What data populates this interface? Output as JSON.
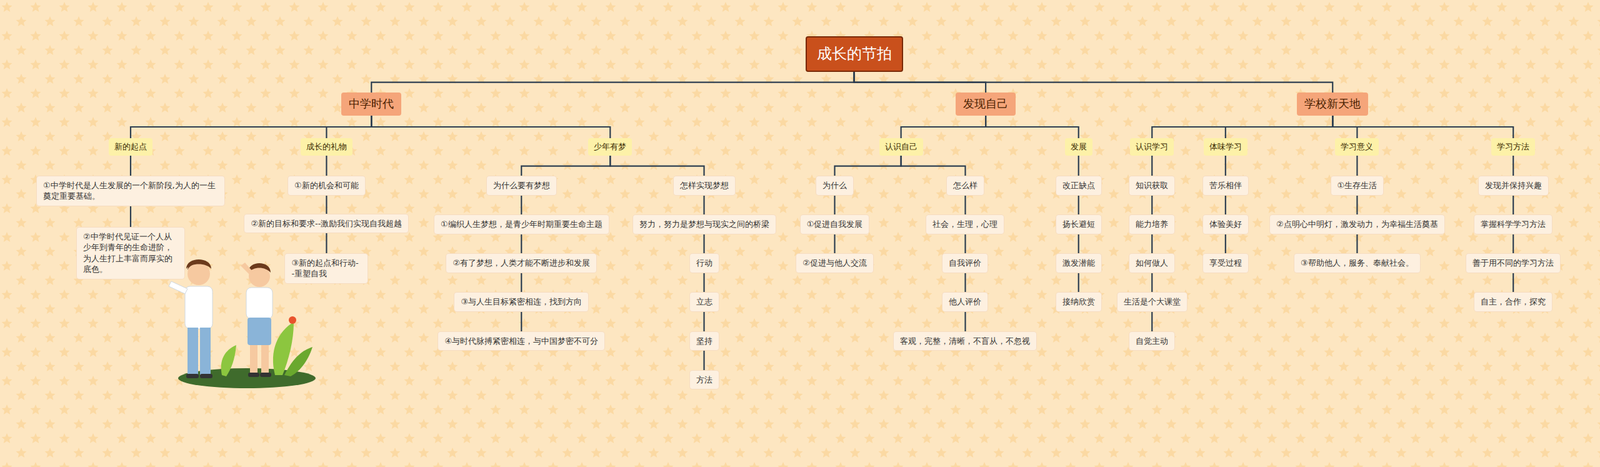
{
  "diagram": {
    "nodes": [
      {
        "text": [
          "成长的节拍"
        ]
      },
      {
        "text": [
          "中学时代"
        ]
      },
      {
        "text": [
          "发现自己"
        ]
      },
      {
        "text": [
          "学校新天地"
        ]
      },
      {
        "text": [
          "新的起点"
        ]
      },
      {
        "text": [
          "成长的礼物"
        ]
      },
      {
        "text": [
          "少年有梦"
        ]
      },
      {
        "text": [
          "认识自己"
        ]
      },
      {
        "text": [
          "发展"
        ]
      },
      {
        "text": [
          "认识学习"
        ]
      },
      {
        "text": [
          "体味学习"
        ]
      },
      {
        "text": [
          "学习意义"
        ]
      },
      {
        "text": [
          "学习方法"
        ]
      },
      {
        "text": [
          "①中学时代是人生发展的一个新阶段,为人的一生奠定重要基础。"
        ]
      },
      {
        "text": [
          "②中学时代见证一个人从少年到青年的生命进阶，为人生打上丰富而厚实的底色。"
        ]
      },
      {
        "text": [
          "①新的机会和可能"
        ]
      },
      {
        "text": [
          "②新的目标和要求--激励我们实现自我超越"
        ]
      },
      {
        "text": [
          "③新的起点和行动--重塑自我"
        ]
      },
      {
        "text": [
          "为什么要有梦想"
        ]
      },
      {
        "text": [
          "怎样实现梦想"
        ]
      },
      {
        "text": [
          "①编织人生梦想，是青少年时期重要生命主题"
        ]
      },
      {
        "text": [
          "②有了梦想，人类才能不断进步和发展"
        ]
      },
      {
        "text": [
          "③与人生目标紧密相连，找到方向"
        ]
      },
      {
        "text": [
          "④与时代脉搏紧密相连，与中国梦密不可分"
        ]
      },
      {
        "text": [
          "努力，努力是梦想与现实之间的桥梁"
        ]
      },
      {
        "text": [
          "行动"
        ]
      },
      {
        "text": [
          "立志"
        ]
      },
      {
        "text": [
          "坚持"
        ]
      },
      {
        "text": [
          "方法"
        ]
      },
      {
        "text": [
          "为什么"
        ]
      },
      {
        "text": [
          "怎么样"
        ]
      },
      {
        "text": [
          "①促进自我发展"
        ]
      },
      {
        "text": [
          "②促进与他人交流"
        ]
      },
      {
        "text": [
          "社会，生理，心理"
        ]
      },
      {
        "text": [
          "自我评价"
        ]
      },
      {
        "text": [
          "他人评价"
        ]
      },
      {
        "text": [
          "客观，完整，清晰，不盲从，不忽视"
        ]
      },
      {
        "text": [
          "改正缺点"
        ]
      },
      {
        "text": [
          "扬长避短"
        ]
      },
      {
        "text": [
          "激发潜能"
        ]
      },
      {
        "text": [
          "接纳欣赏"
        ]
      },
      {
        "text": [
          "知识获取"
        ]
      },
      {
        "text": [
          "能力培养"
        ]
      },
      {
        "text": [
          "如何做人"
        ]
      },
      {
        "text": [
          "生活是个大课堂"
        ]
      },
      {
        "text": [
          "自觉主动"
        ]
      },
      {
        "text": [
          "苦乐相伴"
        ]
      },
      {
        "text": [
          "体验美好"
        ]
      },
      {
        "text": [
          "享受过程"
        ]
      },
      {
        "text": [
          "①生存生活"
        ]
      },
      {
        "text": [
          "②点明心中明灯，激发动力，为幸福生活奠基"
        ]
      },
      {
        "text": [
          "③帮助他人，服务、奉献社会。"
        ]
      },
      {
        "text": [
          "发现并保持兴趣"
        ]
      },
      {
        "text": [
          "掌握科学学习方法"
        ]
      },
      {
        "text": [
          "善于用不同的学习方法"
        ]
      },
      {
        "text": [
          "自主，合作，探究"
        ]
      }
    ],
    "edges": [
      {
        "from": 0,
        "to": 1,
        "arrow": "none"
      },
      {
        "from": 0,
        "to": 2,
        "arrow": "none"
      },
      {
        "from": 0,
        "to": 3,
        "arrow": "none"
      },
      {
        "from": 1,
        "to": 4,
        "arrow": "none"
      },
      {
        "from": 1,
        "to": 5,
        "arrow": "none"
      },
      {
        "from": 1,
        "to": 6,
        "arrow": "none"
      },
      {
        "from": 2,
        "to": 7,
        "arrow": "none"
      },
      {
        "from": 2,
        "to": 8,
        "arrow": "none"
      },
      {
        "from": 3,
        "to": 9,
        "arrow": "none"
      },
      {
        "from": 3,
        "to": 10,
        "arrow": "none"
      },
      {
        "from": 3,
        "to": 11,
        "arrow": "none"
      },
      {
        "from": 3,
        "to": 12,
        "arrow": "none"
      },
      {
        "from": 4,
        "to": 13,
        "arrow": "none"
      },
      {
        "from": 13,
        "to": 14,
        "arrow": "none"
      },
      {
        "from": 5,
        "to": 15,
        "arrow": "none"
      },
      {
        "from": 15,
        "to": 16,
        "arrow": "none"
      },
      {
        "from": 16,
        "to": 17,
        "arrow": "none"
      },
      {
        "from": 6,
        "to": 18,
        "arrow": "none"
      },
      {
        "from": 6,
        "to": 19,
        "arrow": "none"
      },
      {
        "from": 18,
        "to": 20,
        "arrow": "none"
      },
      {
        "from": 20,
        "to": 21,
        "arrow": "none"
      },
      {
        "from": 21,
        "to": 22,
        "arrow": "none"
      },
      {
        "from": 22,
        "to": 23,
        "arrow": "none"
      },
      {
        "from": 19,
        "to": 24,
        "arrow": "none"
      },
      {
        "from": 24,
        "to": 25,
        "arrow": "none"
      },
      {
        "from": 25,
        "to": 26,
        "arrow": "none"
      },
      {
        "from": 26,
        "to": 27,
        "arrow": "none"
      },
      {
        "from": 27,
        "to": 28,
        "arrow": "none"
      },
      {
        "from": 7,
        "to": 29,
        "arrow": "none"
      },
      {
        "from": 7,
        "to": 30,
        "arrow": "none"
      },
      {
        "from": 29,
        "to": 31,
        "arrow": "none"
      },
      {
        "from": 31,
        "to": 32,
        "arrow": "none"
      },
      {
        "from": 30,
        "to": 33,
        "arrow": "none"
      },
      {
        "from": 33,
        "to": 34,
        "arrow": "none"
      },
      {
        "from": 34,
        "to": 35,
        "arrow": "none"
      },
      {
        "from": 35,
        "to": 36,
        "arrow": "none"
      },
      {
        "from": 8,
        "to": 37,
        "arrow": "none"
      },
      {
        "from": 37,
        "to": 38,
        "arrow": "none"
      },
      {
        "from": 38,
        "to": 39,
        "arrow": "none"
      },
      {
        "from": 39,
        "to": 40,
        "arrow": "none"
      },
      {
        "from": 9,
        "to": 41,
        "arrow": "none"
      },
      {
        "from": 41,
        "to": 42,
        "arrow": "none"
      },
      {
        "from": 42,
        "to": 43,
        "arrow": "none"
      },
      {
        "from": 43,
        "to": 44,
        "arrow": "none"
      },
      {
        "from": 44,
        "to": 45,
        "arrow": "none"
      },
      {
        "from": 10,
        "to": 46,
        "arrow": "none"
      },
      {
        "from": 46,
        "to": 47,
        "arrow": "none"
      },
      {
        "from": 47,
        "to": 48,
        "arrow": "none"
      },
      {
        "from": 11,
        "to": 49,
        "arrow": "none"
      },
      {
        "from": 49,
        "to": 50,
        "arrow": "none"
      },
      {
        "from": 50,
        "to": 51,
        "arrow": "none"
      },
      {
        "from": 12,
        "to": 52,
        "arrow": "none"
      },
      {
        "from": 52,
        "to": 53,
        "arrow": "none"
      },
      {
        "from": 53,
        "to": 54,
        "arrow": "none"
      },
      {
        "from": 54,
        "to": 55,
        "arrow": "none"
      }
    ]
  }
}
